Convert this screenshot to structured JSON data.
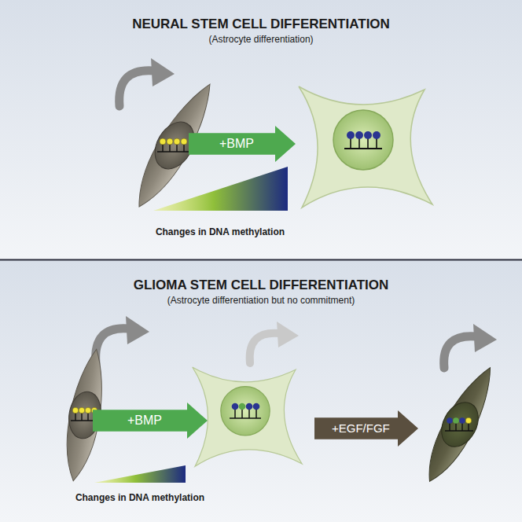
{
  "diagram": {
    "nodes": [
      {
        "text": [
          "NEURAL STEM CELL DIFFERENTIATION",
          "(Astrocyte differentiation)"
        ]
      },
      {
        "text": [
          "+BMP"
        ],
        "in": 0
      },
      {
        "text": [
          "GLIOMA STEM CELL DIFFERENTIATION",
          "(Astrocyte differentiation but no commitment)"
        ]
      },
      {
        "text": [
          "+BMP"
        ],
        "in": 2
      },
      {
        "text": [
          "+EGF/FGF"
        ],
        "in": 2
      }
    ],
    "labels": [
      "Changes in DNA methylation",
      "Changes in DNA methylation"
    ]
  }
}
